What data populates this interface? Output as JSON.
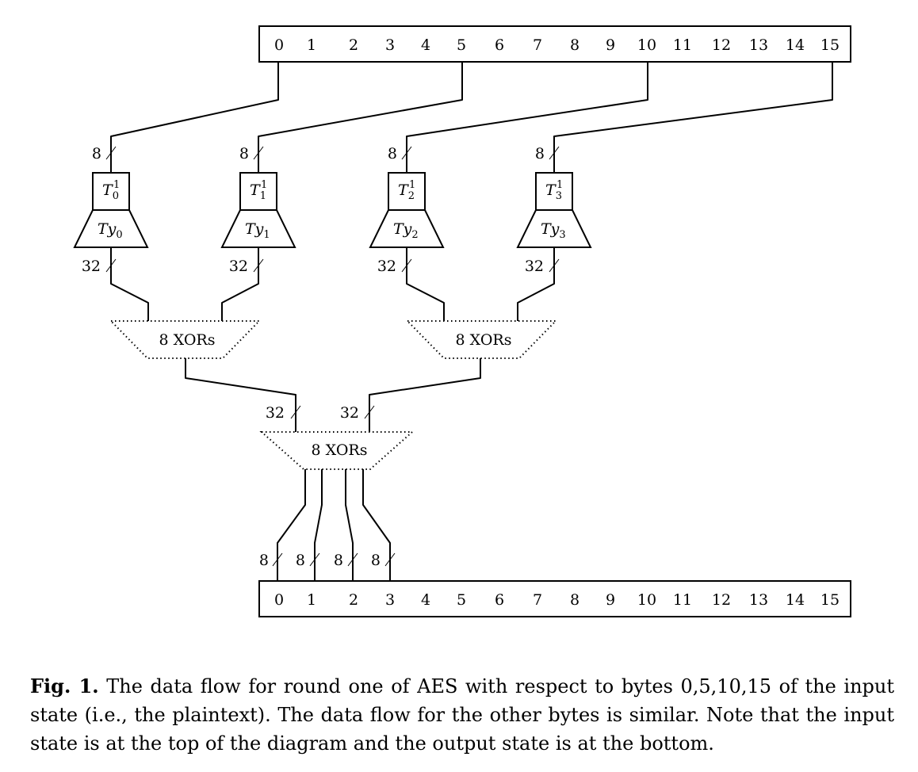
{
  "input_state": {
    "cells": [
      "0",
      "1",
      "2",
      "3",
      "4",
      "5",
      "6",
      "7",
      "8",
      "9",
      "10",
      "11",
      "12",
      "13",
      "14",
      "15"
    ]
  },
  "output_state": {
    "cells": [
      "0",
      "1",
      "2",
      "3",
      "4",
      "5",
      "6",
      "7",
      "8",
      "9",
      "10",
      "11",
      "12",
      "13",
      "14",
      "15"
    ]
  },
  "tables": [
    {
      "t_base": "T",
      "t_sub": "0",
      "t_sup": "1",
      "ty_base": "Ty",
      "ty_sub": "0",
      "in_width": "8",
      "out_width": "32"
    },
    {
      "t_base": "T",
      "t_sub": "1",
      "t_sup": "1",
      "ty_base": "Ty",
      "ty_sub": "1",
      "in_width": "8",
      "out_width": "32"
    },
    {
      "t_base": "T",
      "t_sub": "2",
      "t_sup": "1",
      "ty_base": "Ty",
      "ty_sub": "2",
      "in_width": "8",
      "out_width": "32"
    },
    {
      "t_base": "T",
      "t_sub": "3",
      "t_sup": "1",
      "ty_base": "Ty",
      "ty_sub": "3",
      "in_width": "8",
      "out_width": "32"
    }
  ],
  "xor_blocks": [
    {
      "label": "8 XORs"
    },
    {
      "label": "8 XORs"
    },
    {
      "label": "8 XORs",
      "in_widths": [
        "32",
        "32"
      ],
      "out_widths": [
        "8",
        "8",
        "8",
        "8"
      ]
    }
  ],
  "caption": {
    "prefix": "Fig. 1.",
    "text": " The data flow for round one of AES with respect to bytes 0,5,10,15 of the input state (i.e., the plaintext). The data flow for the other bytes is similar. Note that the input state is at the top of the diagram and the output state is at the bottom."
  }
}
